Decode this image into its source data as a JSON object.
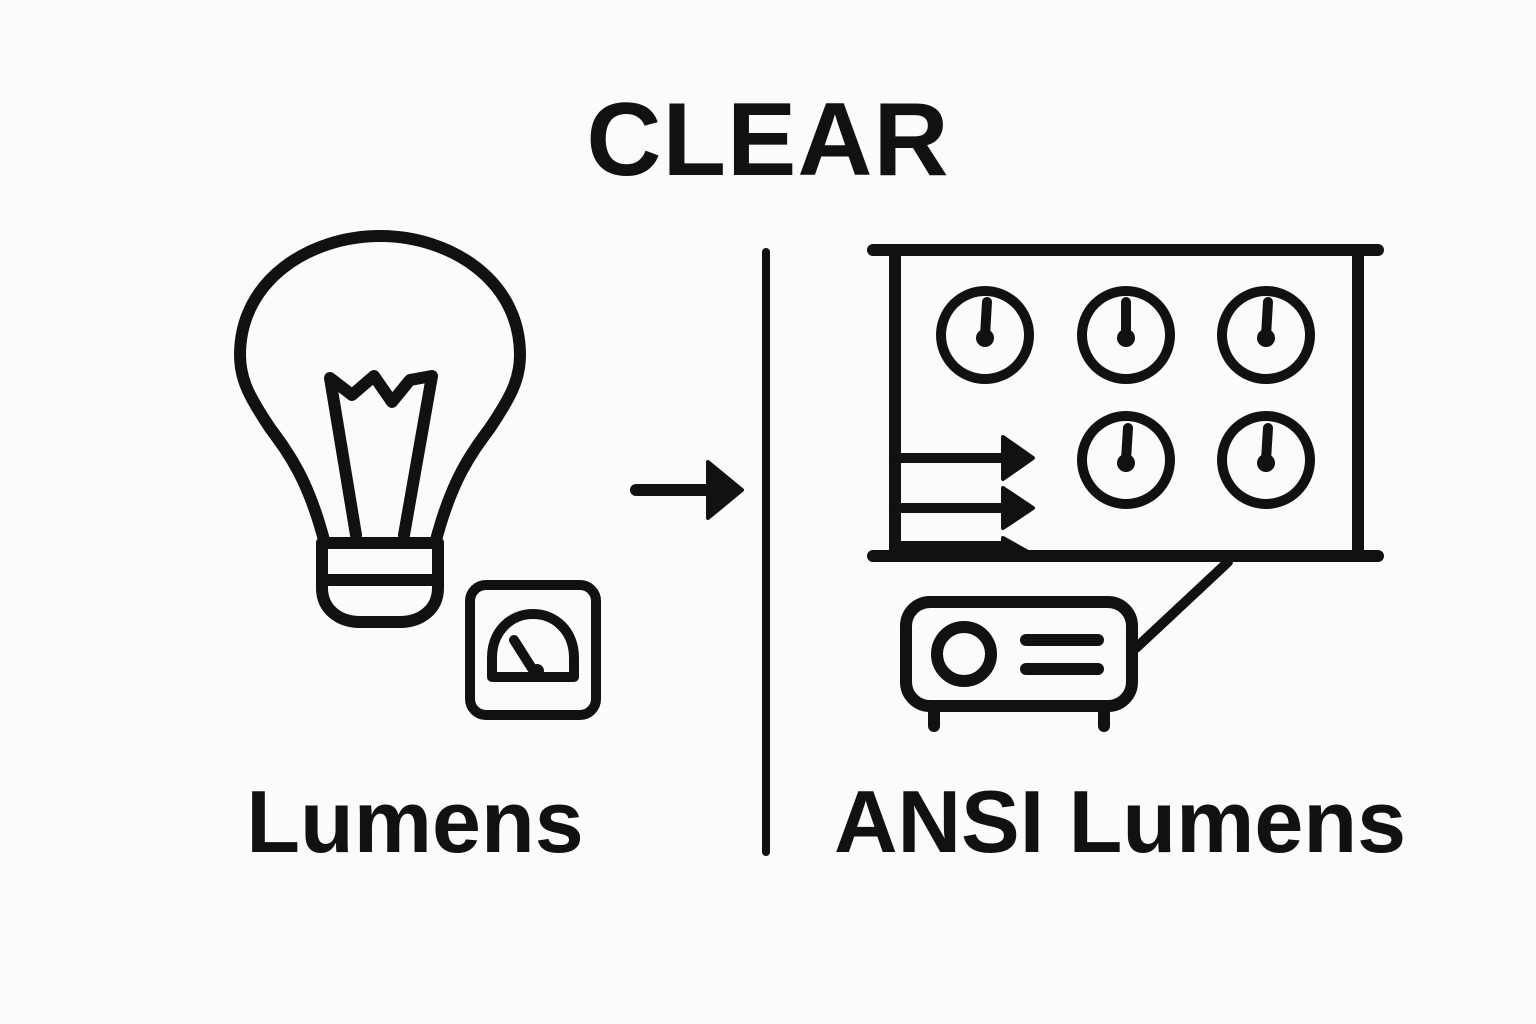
{
  "title": "CLEAR",
  "left": {
    "label": "Lumens",
    "icons": [
      "light-bulb-icon",
      "light-meter-icon"
    ]
  },
  "right": {
    "label": "ANSI Lumens",
    "icons": [
      "projection-screen-icon",
      "gauge-icon",
      "projector-icon"
    ]
  },
  "colors": {
    "ink": "#111111",
    "background": "#fbfbfb"
  }
}
